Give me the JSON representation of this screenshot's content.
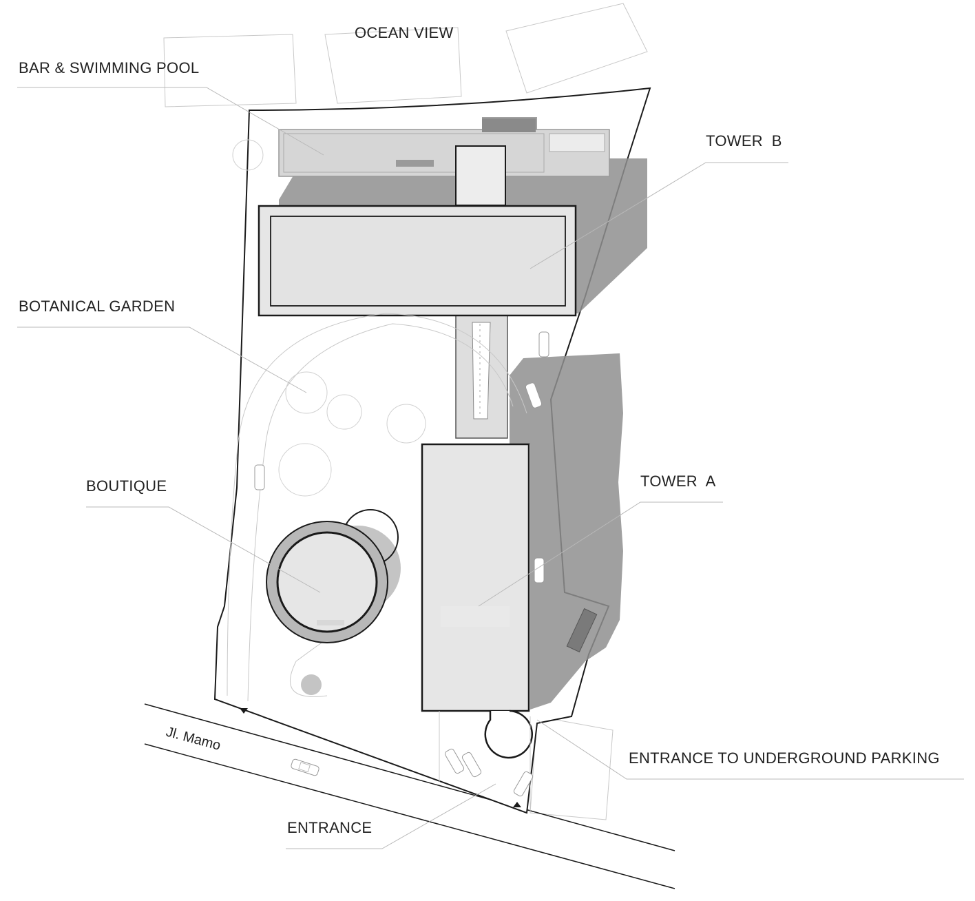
{
  "labels": {
    "ocean_view": "OCEAN VIEW",
    "bar_pool": "BAR & SWIMMING POOL",
    "tower_b": "TOWER  B",
    "botanical_garden": "BOTANICAL GARDEN",
    "boutique": "BOUTIQUE",
    "tower_a": "TOWER  A",
    "underground_parking": "ENTRANCE TO UNDERGROUND PARKING",
    "road_name": "Jl. Mamo",
    "entrance": "ENTRANCE"
  },
  "colors": {
    "outline": "#1a1a1a",
    "shadow": "#8f8f8f",
    "building_fill": "#e6e6e6",
    "leader": "#b8b8b8"
  }
}
